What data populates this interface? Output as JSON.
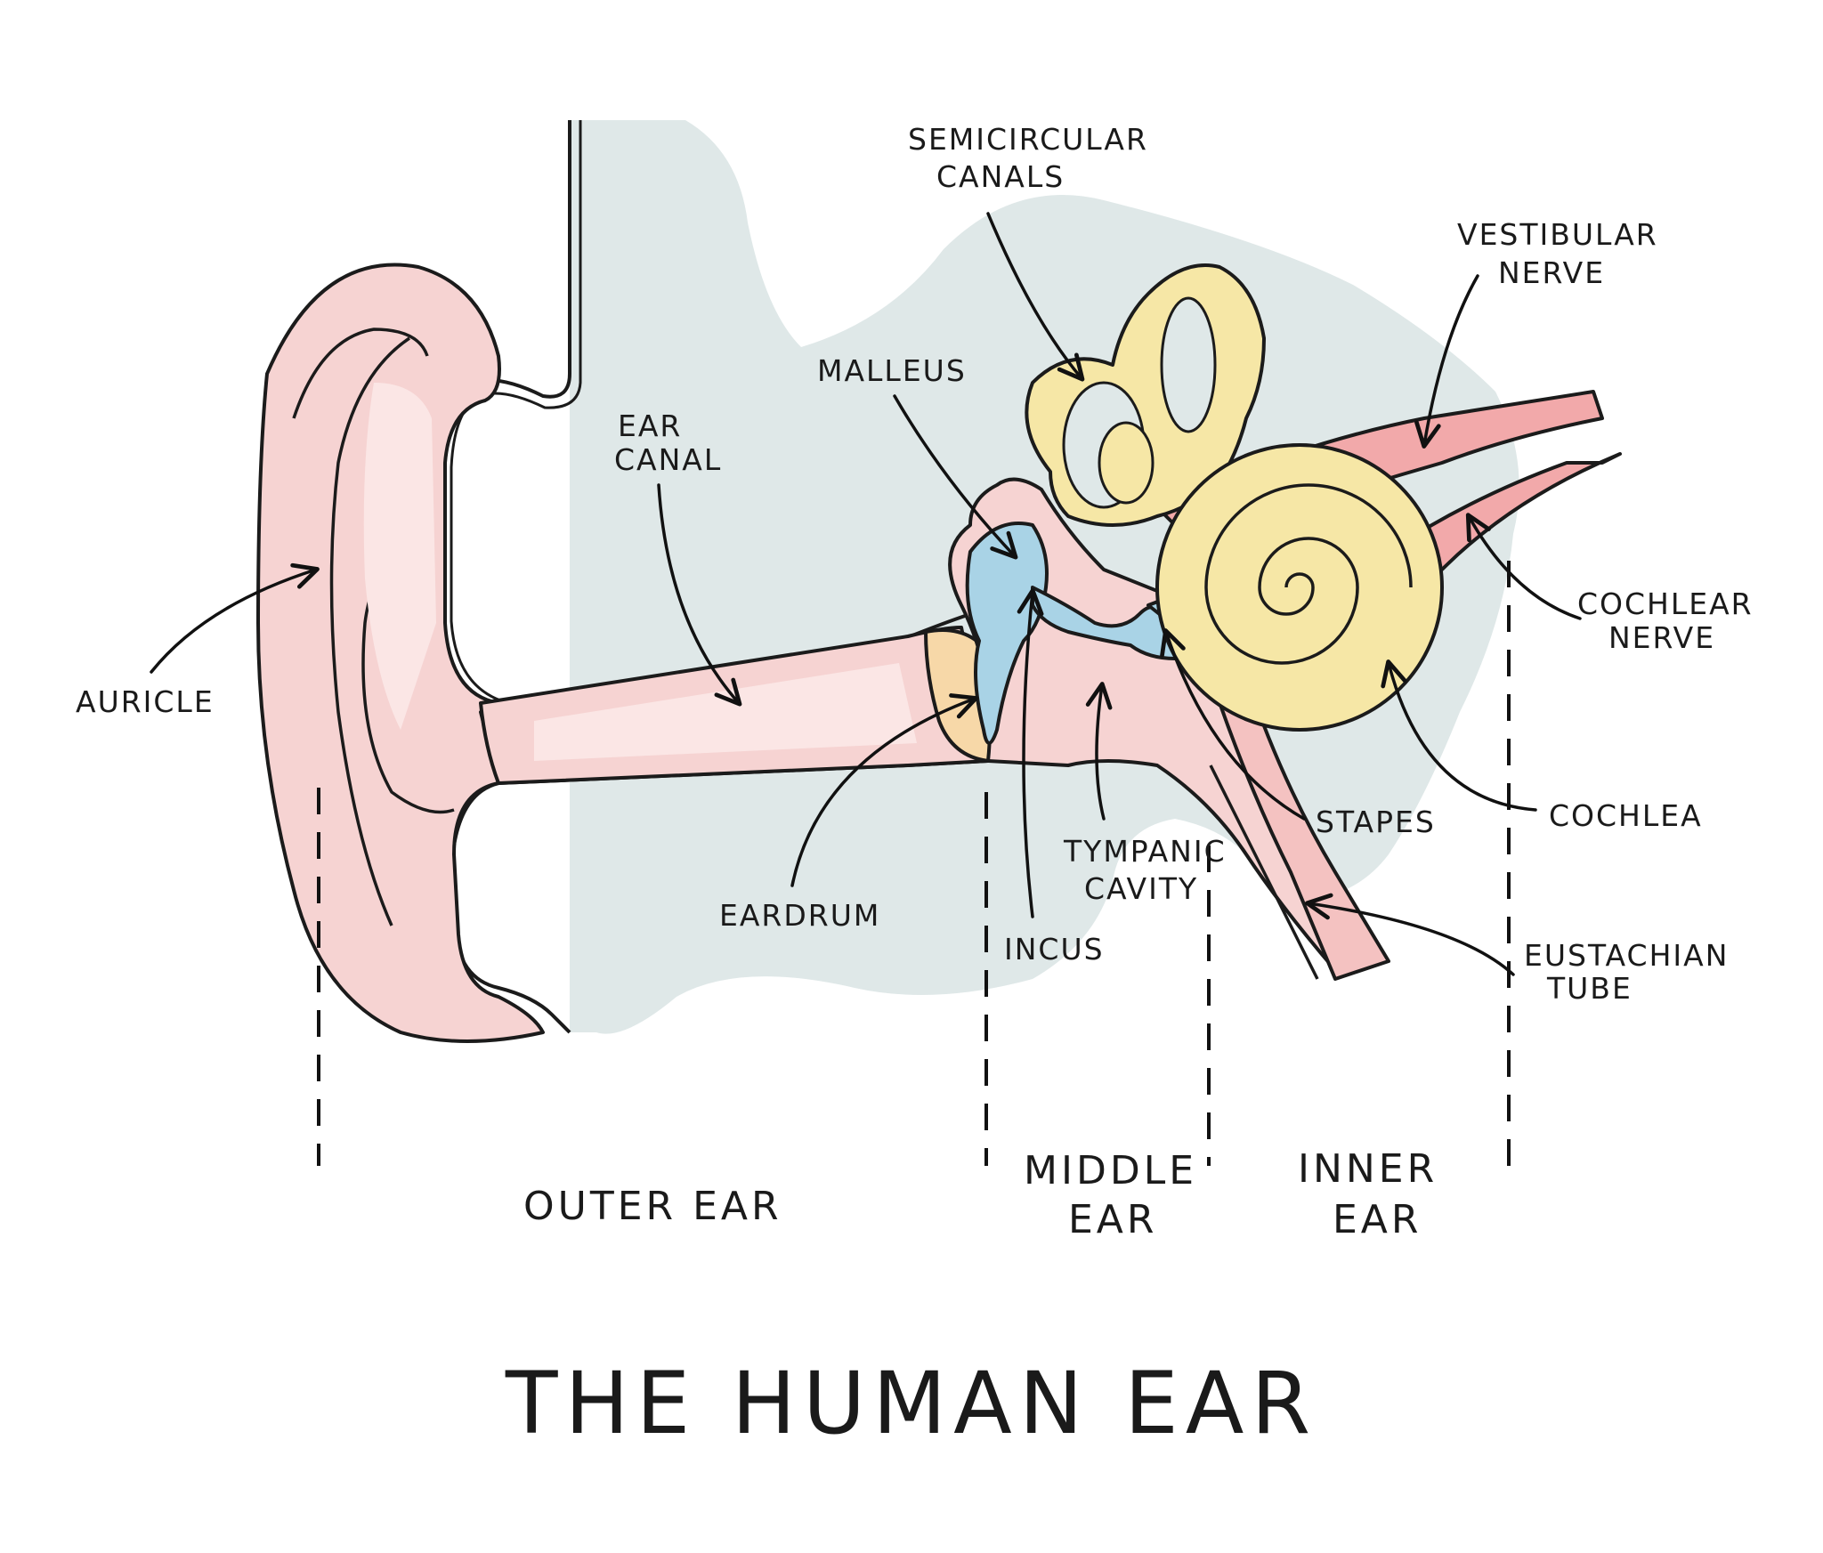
{
  "title": "THE HUMAN EAR",
  "labels": {
    "semicircular_canals": [
      "SEMICIRCULAR",
      "CANALS"
    ],
    "vestibular_nerve": [
      "VESTIBULAR",
      "NERVE"
    ],
    "malleus": "MALLEUS",
    "ear_canal": [
      "EAR",
      "CANAL"
    ],
    "auricle": "AURICLE",
    "cochlear_nerve": [
      "COCHLEAR",
      "NERVE"
    ],
    "cochlea": "COCHLEA",
    "stapes": "STAPES",
    "tympanic_cavity": [
      "TYMPANIC",
      "CAVITY"
    ],
    "eardrum": "EARDRUM",
    "incus": "INCUS",
    "eustachian_tube": [
      "EUSTACHIAN",
      "TUBE"
    ]
  },
  "regions": {
    "outer_ear": "OUTER EAR",
    "middle_ear": [
      "MIDDLE",
      "EAR"
    ],
    "inner_ear": [
      "INNER",
      "EAR"
    ]
  },
  "colors": {
    "background_blob": "#dfe8e8",
    "skin": "#f6d3d2",
    "skin_light": "#fbe6e5",
    "bone_yellow": "#f6e7a6",
    "ossicle_blue": "#a9d3e6",
    "eardrum": "#f7d8a8",
    "nerve": "#f2a9aa",
    "ink": "#1a1a1a"
  }
}
